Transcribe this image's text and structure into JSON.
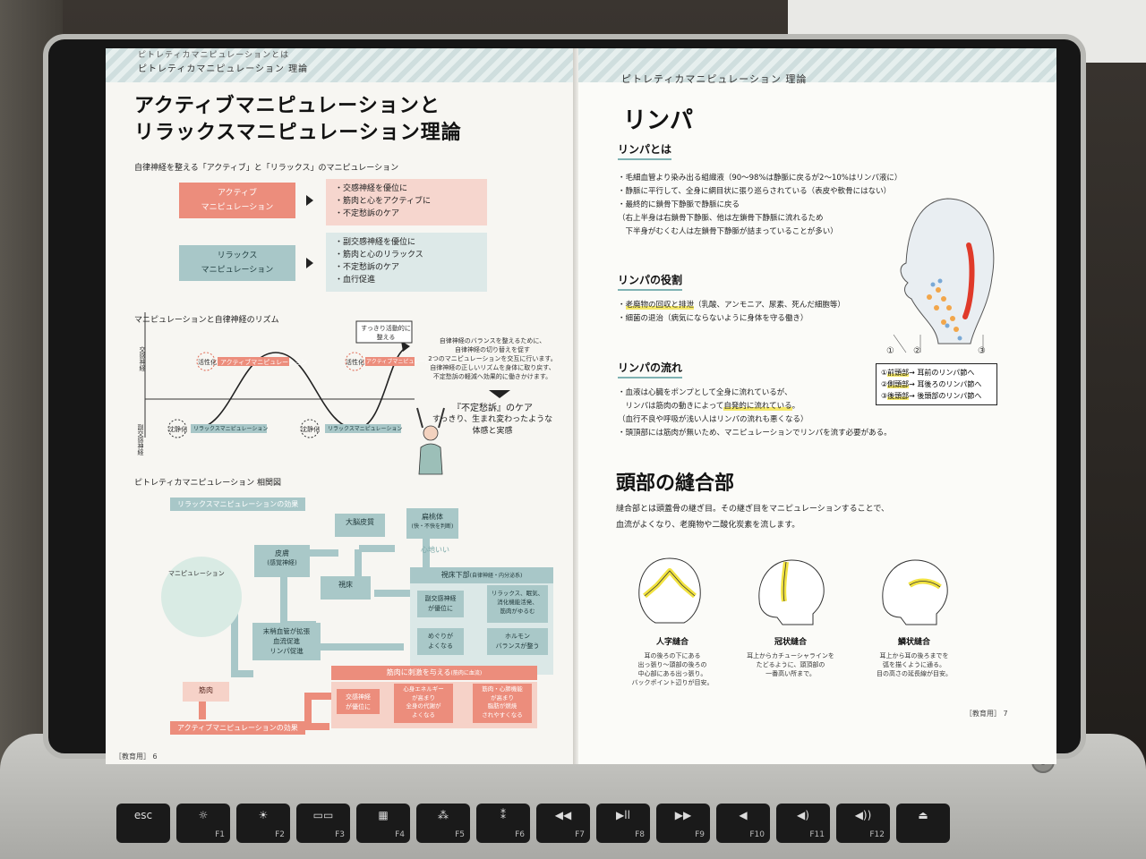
{
  "left_page": {
    "header_prev": "ピトレティカマニピュレーションとは",
    "header": "ピトレティカマニピュレーション 理論",
    "title_line1": "アクティブマニピュレーションと",
    "title_line2": "リラックスマニピュレーション理論",
    "intro": "自律神経を整える「アクティブ」と「リラックス」のマニピュレーション",
    "active_box": [
      "アクティブ",
      "マニピュレーション"
    ],
    "active_points": [
      "・交感神経を優位に",
      "・筋肉と心をアクティブに",
      "・不定愁訴のケア"
    ],
    "relax_box": [
      "リラックス",
      "マニピュレーション"
    ],
    "relax_points": [
      "・副交感神経を優位に",
      "・筋肉と心のリラックス",
      "・不定愁訴のケア",
      "・血行促進"
    ],
    "rhythm_title": "マニピュレーションと自律神経のリズム",
    "axis_top": "交感神経",
    "axis_bottom": "副交感神経",
    "speech": [
      "すっきり活動的に",
      "整える"
    ],
    "activate": "活性化",
    "active_label": "アクティブマニピュレーション",
    "calm": "沈静化",
    "relax_label": "リラックスマニピュレーション",
    "note": [
      "自律神経のバランスを整えるために、",
      "自律神経の切り替えを促す",
      "2つのマニピュレーションを交互に行います。",
      "自律神経の正しいリズムを身体に取り戻す、",
      "不定愁訴の軽減へ効果的に働きかけます。"
    ],
    "callout_title": "『不定愁訴』のケア",
    "callout_body": [
      "すっきり、生まれ変わったような",
      "体感と実感"
    ],
    "correlation_title": "ピトレティカマニピュレーション 相関図",
    "relax_effect": "リラックスマニピュレーションの効果",
    "nodes": {
      "cerebral": "大脳皮質",
      "amygdala": "扁桃体",
      "amygdala_sub": "(快・不快を判断)",
      "comfort": "心地いい",
      "skin": "皮膚",
      "skin_sub": "(感覚神経)",
      "manip": "マニピュレーション",
      "thalamus": "視床",
      "hypothalamus": "視床下部",
      "hypothalamus_sub": "(自律神経・内分泌系)",
      "parasym": [
        "副交感神経",
        "が優位に"
      ],
      "relax_result": [
        "リラックス、眠気、",
        "消化機能活発、",
        "筋肉がゆるむ"
      ],
      "circulation": [
        "めぐりが",
        "よくなる"
      ],
      "hormone": [
        "ホルモン",
        "バランスが整う"
      ],
      "peripheral": [
        "末梢血管が拡張",
        "血流促進",
        "リンパ促進"
      ],
      "muscle": "筋肉",
      "stimulus": "筋肉に刺激を与える",
      "stimulus_sub": "(筋肉に血流)",
      "sym": [
        "交感神経",
        "が優位に"
      ],
      "energy": [
        "心身エネルギー",
        "が高まり",
        "全身の代謝が",
        "よくなる"
      ],
      "fat": [
        "筋肉・心肺機能",
        "が高まり",
        "脂肪が燃焼",
        "されやすくなる"
      ]
    },
    "active_effect": "アクティブマニピュレーションの効果",
    "footer": "［教育用］ 6"
  },
  "right_page": {
    "header": "ピトレティカマニピュレーション 理論",
    "title": "リンパ",
    "about_title": "リンパとは",
    "about_points": [
      "・毛細血管より染み出る組織液（90～98%は静脈に戻るが2～10%はリンパ液に）",
      "・静脈に平行して、全身に網目状に張り巡らされている（表皮や軟骨にはない）",
      "・最終的に鎖骨下静脈で静脈に戻る",
      "（右上半身は右鎖骨下静脈、他は左鎖骨下静脈に流れるため",
      "　下半身がむくむ人は左鎖骨下静脈が詰まっていることが多い）"
    ],
    "role_title": "リンパの役割",
    "role_p1_hl": "老廃物の回収と排泄",
    "role_p1_rest": "（乳酸、アンモニア、尿素、死んだ細胞等）",
    "role_p2": "・細菌の退治（病気にならないように身体を守る働き）",
    "flow_title": "リンパの流れ",
    "flow_p1": "・血液は心臓をポンプとして全身に流れているが、",
    "flow_p2a": "　リンパは筋肉の動きによって",
    "flow_p2_hl": "自発的に流れている",
    "flow_p2b": "。",
    "flow_p3": "（血行不良や呼吸が浅い人はリンパの流れも悪くなる）",
    "flow_p4": "・頭頂部には筋肉が無いため、マニピュレーションでリンパを流す必要がある。",
    "nums": [
      "①",
      "②",
      "③"
    ],
    "legend": [
      {
        "num": "①",
        "part": "前頭部",
        "text": "→ 耳前のリンパ節へ"
      },
      {
        "num": "②",
        "part": "側頭部",
        "text": "→ 耳後ろのリンパ節へ"
      },
      {
        "num": "③",
        "part": "後頭部",
        "text": "→ 後頭部のリンパ節へ"
      }
    ],
    "suture_title": "頭部の縫合部",
    "suture_text": [
      "縫合部とは頭蓋骨の継ぎ目。その継ぎ目をマニピュレーションすることで、",
      "血流がよくなり、老廃物や二酸化炭素を流します。"
    ],
    "skulls": [
      {
        "name": "人字縫合",
        "desc": [
          "耳の後ろの下にある",
          "出っ張り～頭部の後ろの",
          "中心部にある出っ張り。",
          "バックポイント辺りが目安。"
        ]
      },
      {
        "name": "冠状縫合",
        "desc": [
          "耳上からカチューシャラインを",
          "たどるように、頭頂部の",
          "一番高い所まで。"
        ]
      },
      {
        "name": "鱗状縫合",
        "desc": [
          "耳上から耳の後ろまでを",
          "弧を描くように通る。",
          "目の高さの延長線が目安。"
        ]
      }
    ],
    "footer": "［教育用］ 7"
  },
  "keyboard": {
    "keys": [
      {
        "glyph": "esc",
        "fn": ""
      },
      {
        "glyph": "☼",
        "fn": "F1"
      },
      {
        "glyph": "☀",
        "fn": "F2"
      },
      {
        "glyph": "▭▭",
        "fn": "F3"
      },
      {
        "glyph": "▦",
        "fn": "F4"
      },
      {
        "glyph": "⁂",
        "fn": "F5"
      },
      {
        "glyph": "⁑",
        "fn": "F6"
      },
      {
        "glyph": "◀◀",
        "fn": "F7"
      },
      {
        "glyph": "▶ll",
        "fn": "F8"
      },
      {
        "glyph": "▶▶",
        "fn": "F9"
      },
      {
        "glyph": "◀",
        "fn": "F10"
      },
      {
        "glyph": "◀)",
        "fn": "F11"
      },
      {
        "glyph": "◀))",
        "fn": "F12"
      },
      {
        "glyph": "⏏",
        "fn": ""
      }
    ],
    "power": "⏻"
  }
}
